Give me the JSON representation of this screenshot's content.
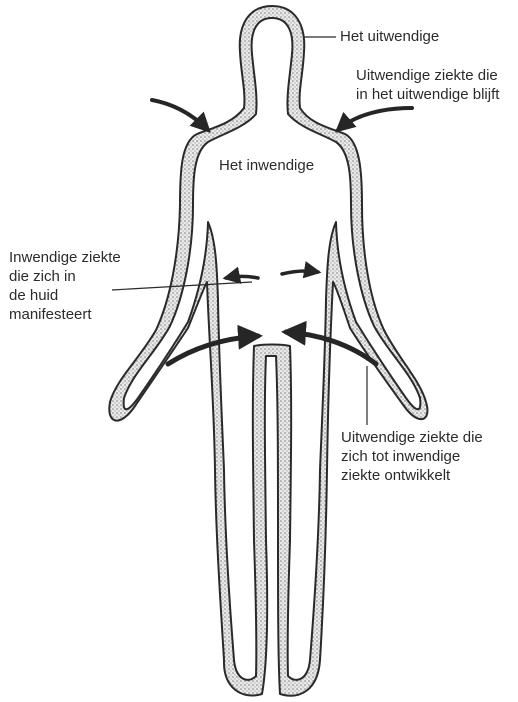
{
  "labels": {
    "outer": [
      "Het uitwendige"
    ],
    "inner": [
      "Het inwendige"
    ],
    "external_disease": [
      "Uitwendige ziekte die",
      "in het uitwendige blijft"
    ],
    "internal_disease": [
      "Inwendige ziekte",
      "die zich in",
      "de huid",
      "manifesteert"
    ],
    "developing_disease": [
      "Uitwendige ziekte die",
      "zich tot inwendige",
      "ziekte ontwikkelt"
    ]
  },
  "colors": {
    "outline": "#2a2a2a",
    "skin_fill": "#d6d6d6",
    "stipple": "#7a7a7a",
    "arrow": "#262626"
  }
}
